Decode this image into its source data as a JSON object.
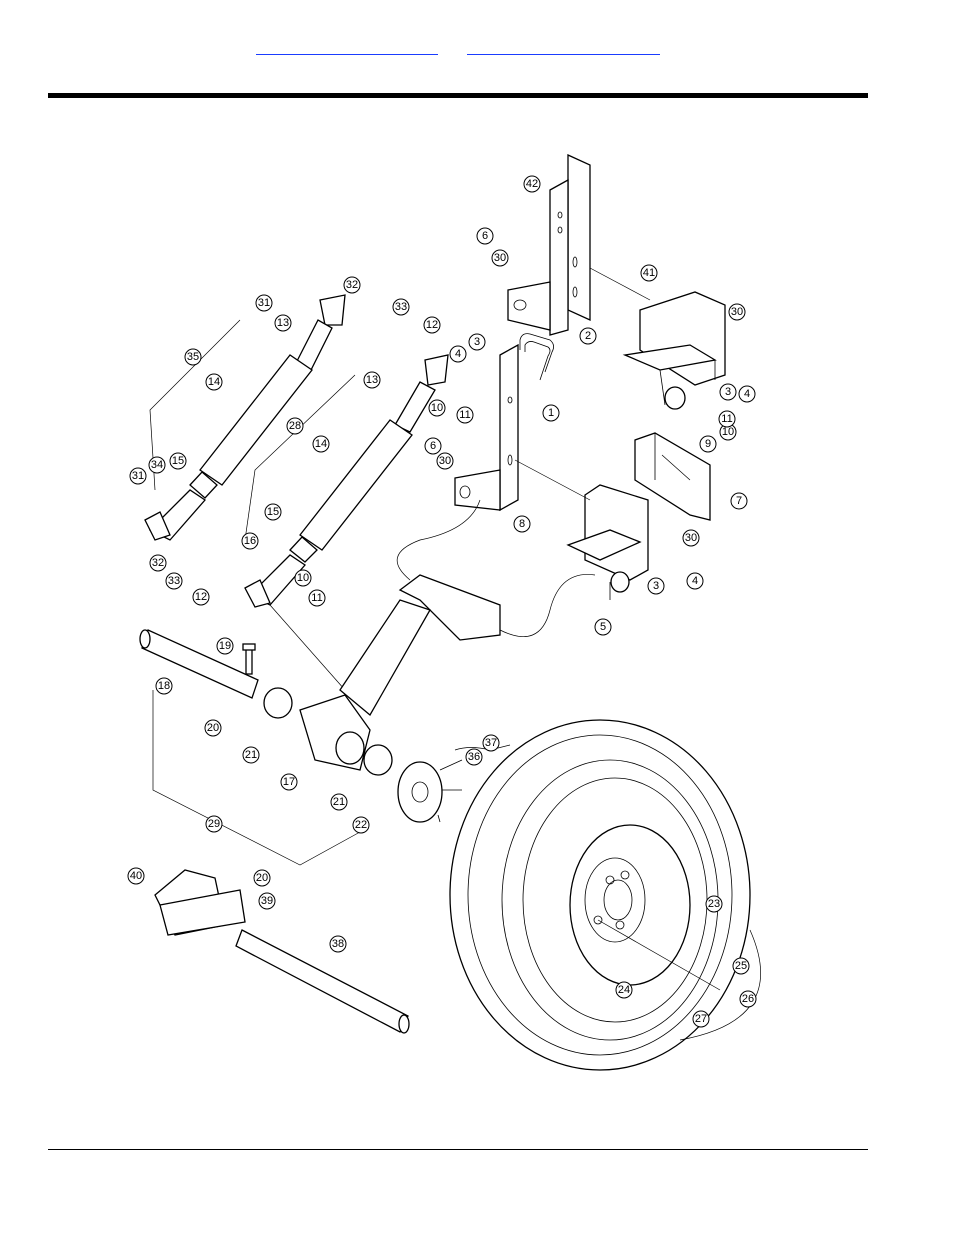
{
  "header": {
    "links": [
      {
        "text": ""
      },
      {
        "text": ""
      }
    ]
  },
  "diagram": {
    "callouts": [
      "1",
      "2",
      "3",
      "3",
      "3",
      "4",
      "4",
      "4",
      "5",
      "6",
      "6",
      "7",
      "8",
      "9",
      "10",
      "10",
      "10",
      "11",
      "11",
      "11",
      "12",
      "12",
      "13",
      "13",
      "14",
      "14",
      "15",
      "15",
      "16",
      "17",
      "18",
      "19",
      "20",
      "20",
      "21",
      "21",
      "22",
      "23",
      "24",
      "25",
      "26",
      "27",
      "28",
      "29",
      "30",
      "30",
      "30",
      "30",
      "31",
      "31",
      "32",
      "32",
      "33",
      "33",
      "34",
      "35",
      "36",
      "37",
      "38",
      "39",
      "40",
      "41",
      "42"
    ]
  }
}
